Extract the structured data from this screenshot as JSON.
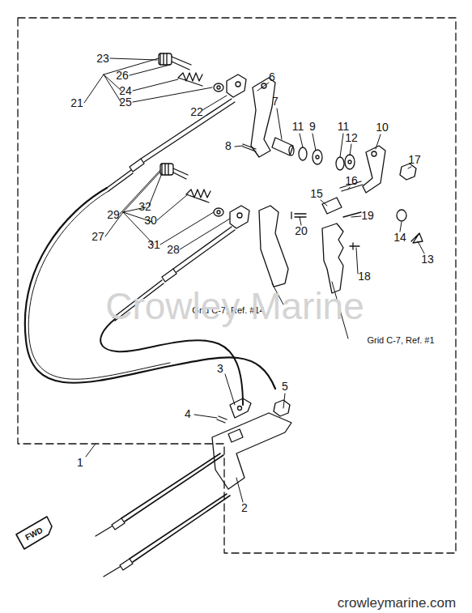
{
  "diagram": {
    "labels": [
      "23",
      "26",
      "21",
      "24",
      "25",
      "22",
      "6",
      "7",
      "8",
      "11",
      "9",
      "11",
      "12",
      "10",
      "17",
      "16",
      "15",
      "19",
      "14",
      "13",
      "20",
      "18",
      "29",
      "32",
      "30",
      "27",
      "31",
      "28",
      "Grid C-7, Ref. #14",
      "Grid C-7, Ref. #1",
      "3",
      "5",
      "4",
      "1",
      "2",
      "FWD",
      "Crowley Marine",
      "crowleymarine.com"
    ]
  }
}
